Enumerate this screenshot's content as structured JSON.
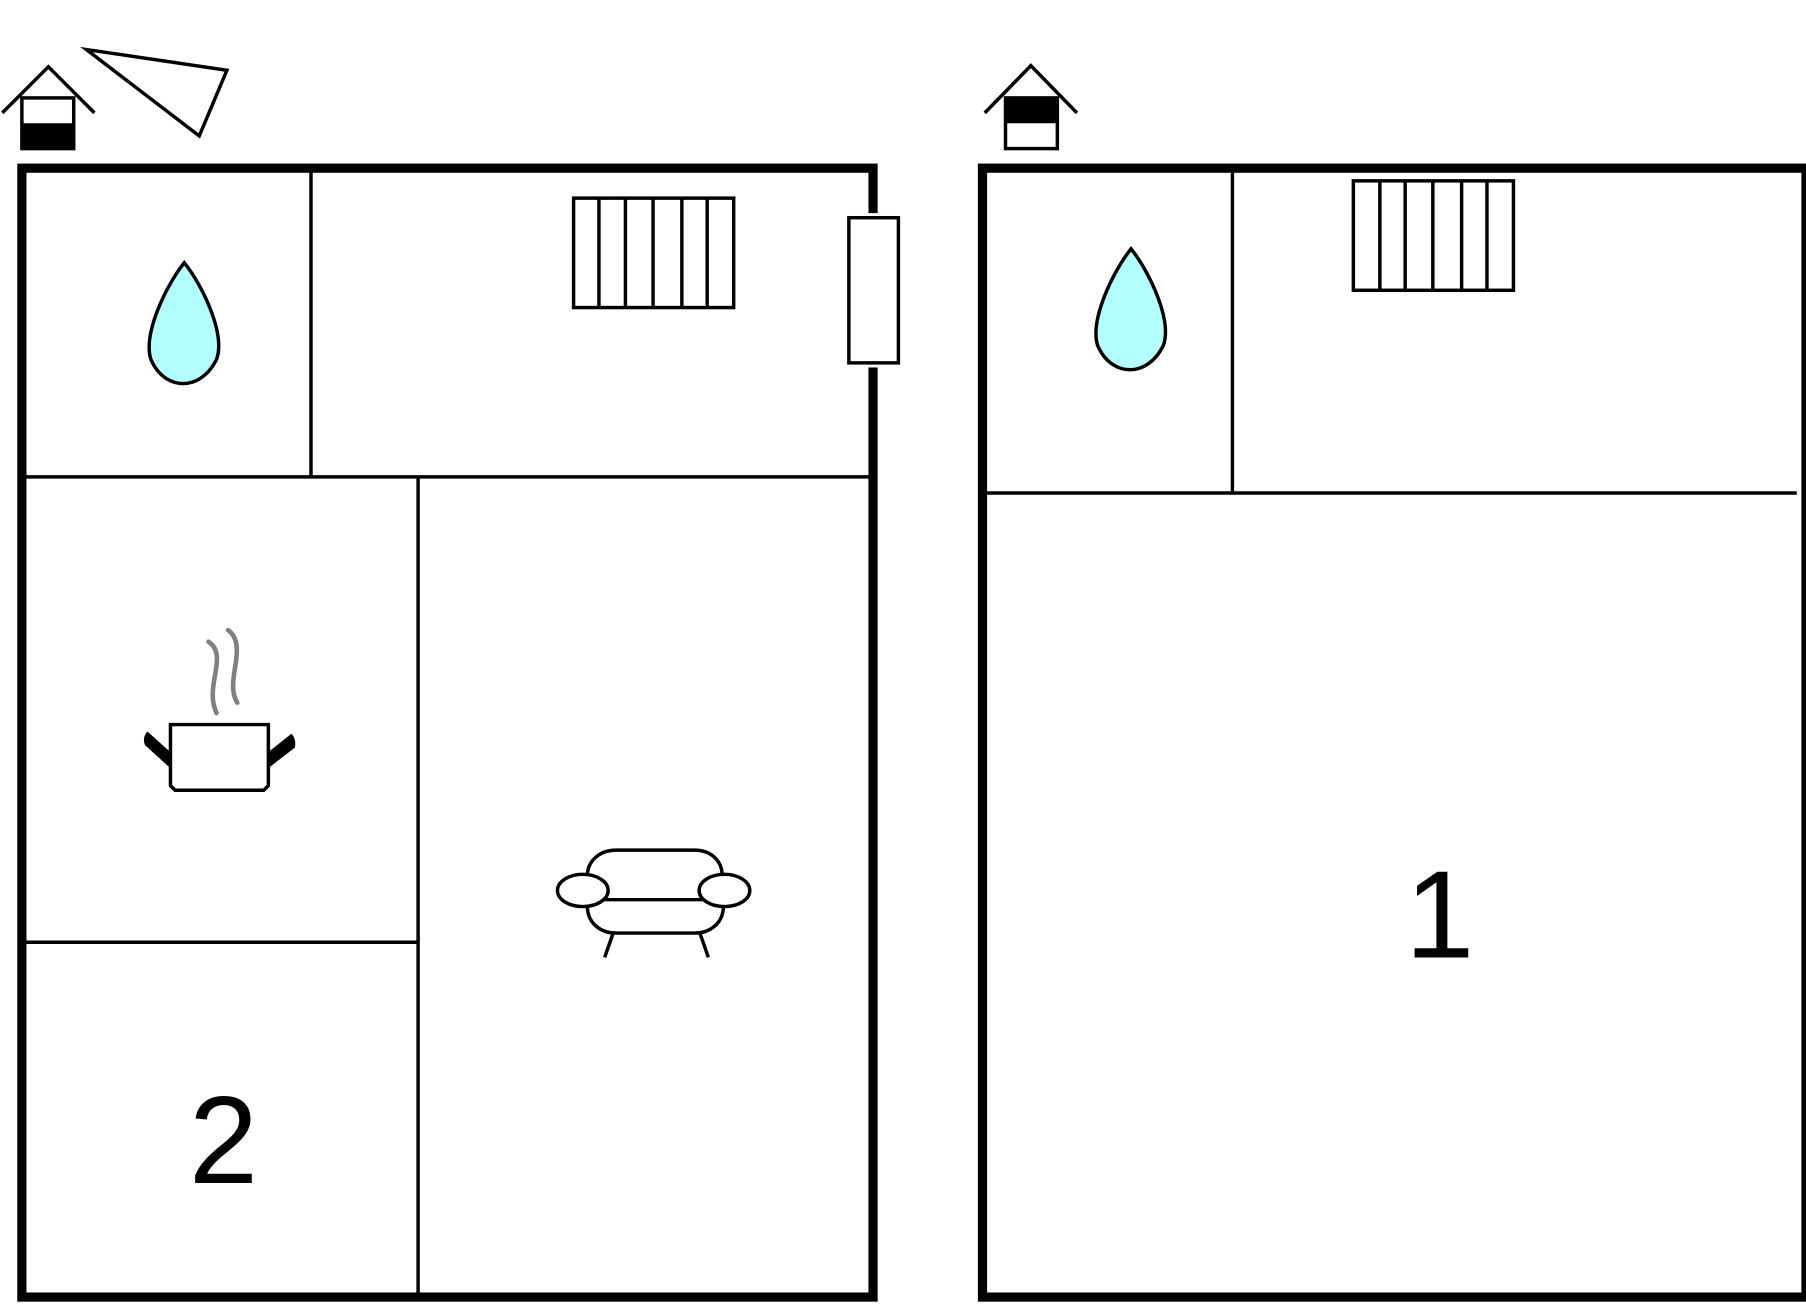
{
  "diagram": {
    "type": "floor-plan",
    "colors": {
      "wall": "#000000",
      "background": "#ffffff",
      "water": "#b3ffff",
      "steam": "#808080"
    },
    "floors": [
      {
        "id": "floor-ground",
        "label": "2",
        "floor_indicator": "house-icon-lower-floor",
        "north_arrow": true,
        "rooms": [
          {
            "name": "bathroom",
            "icon": "water-drop-icon"
          },
          {
            "name": "utility-room",
            "icon": "radiator-icon"
          },
          {
            "name": "kitchen",
            "icon": "cooking-pot-icon"
          },
          {
            "name": "living-room",
            "icon": "sofa-icon"
          },
          {
            "name": "bedroom",
            "label": "2"
          }
        ],
        "fixtures": [
          "door-exterior"
        ]
      },
      {
        "id": "floor-upper",
        "label": "1",
        "floor_indicator": "house-icon-upper-floor",
        "rooms": [
          {
            "name": "bathroom",
            "icon": "water-drop-icon"
          },
          {
            "name": "utility-room",
            "icon": "radiator-icon"
          },
          {
            "name": "bedroom",
            "label": "1"
          }
        ]
      }
    ]
  },
  "labels": {
    "room_ground_bedroom": "2",
    "room_upper_bedroom": "1"
  }
}
